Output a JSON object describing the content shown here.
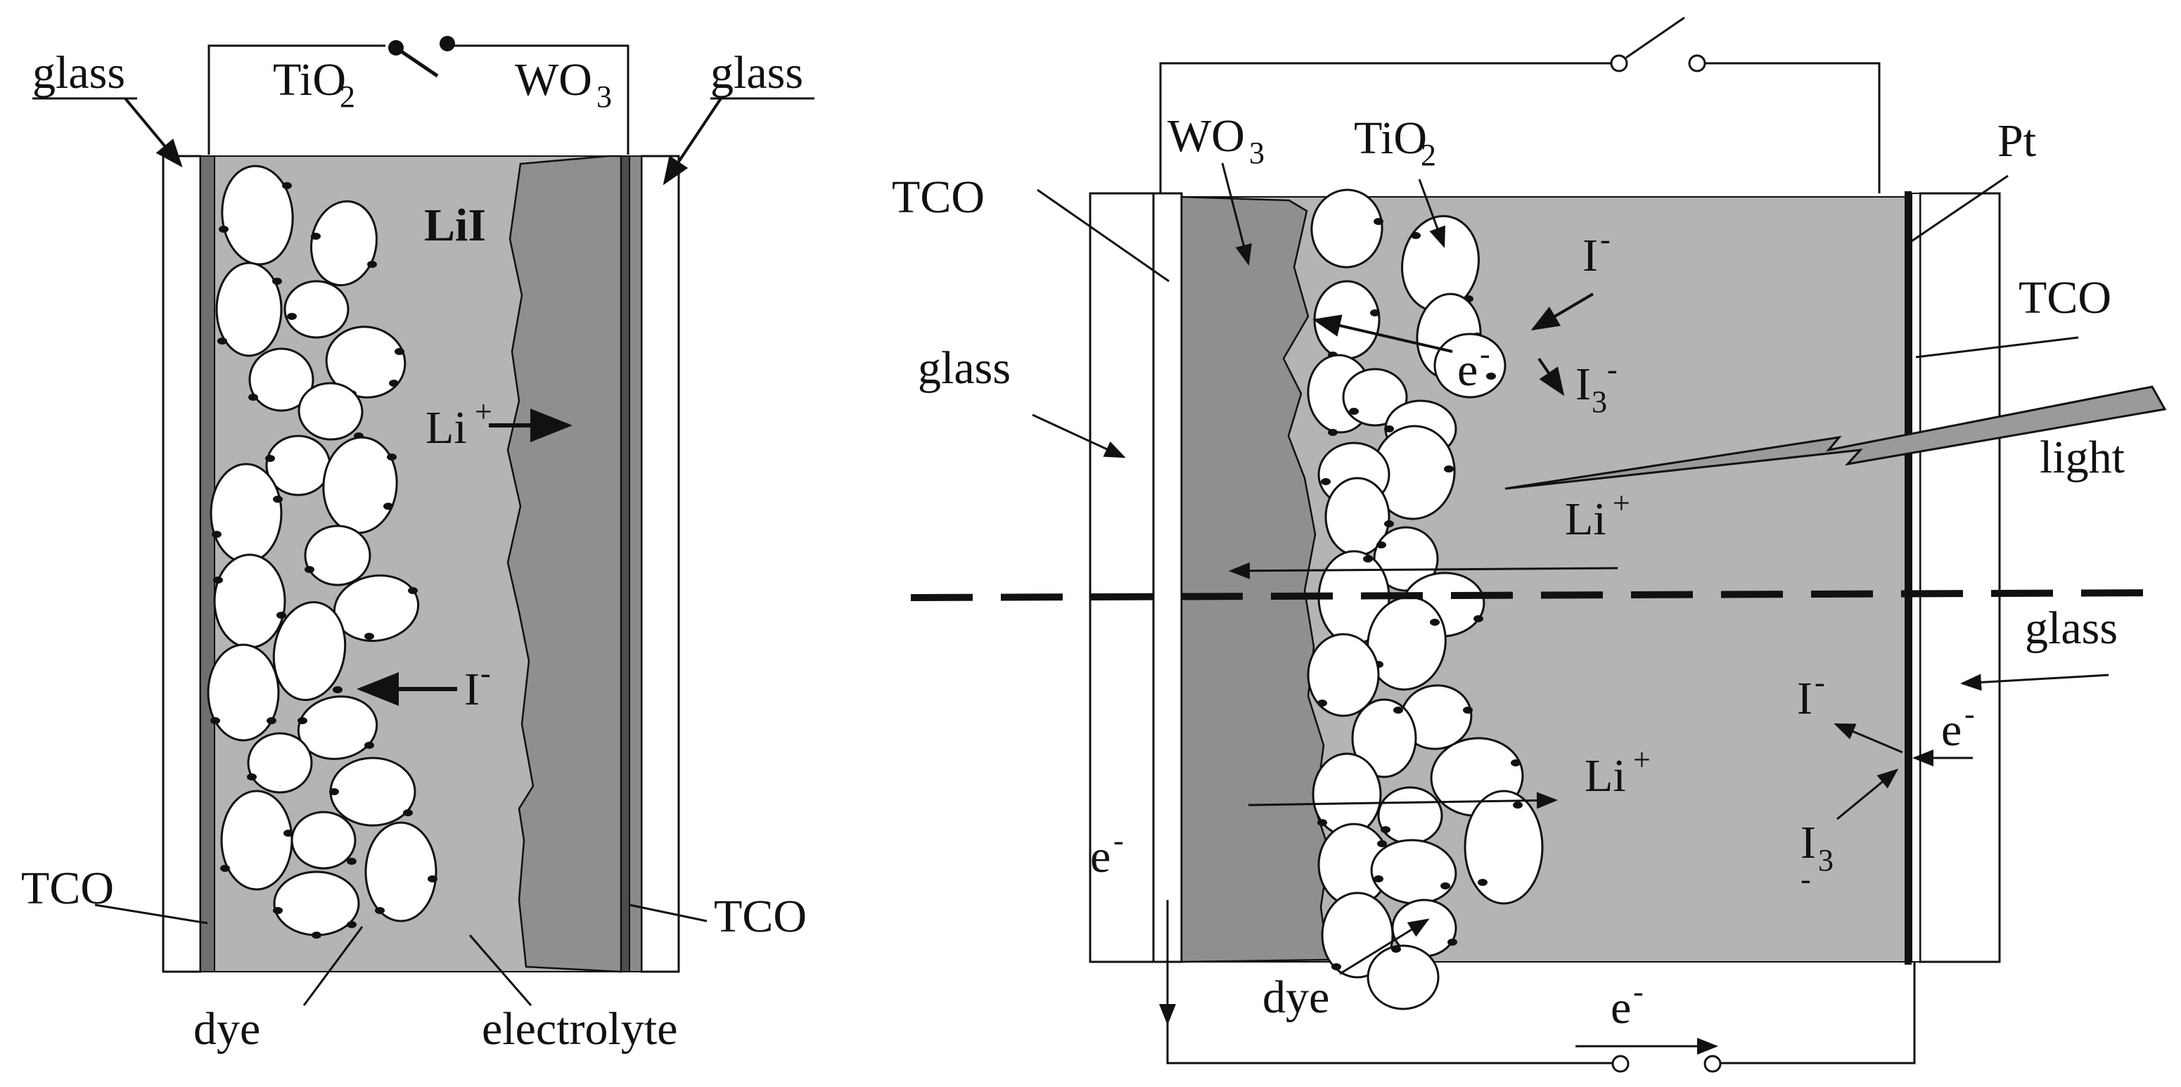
{
  "colors": {
    "electrolyte": "#b4b4b4",
    "wo3": "#8f8f8f",
    "tco_strip": "#6f6f6f",
    "glass": "#ffffff",
    "particle_fill": "#ffffff",
    "line": "#111111"
  },
  "left_diagram": {
    "labels": {
      "glass_left": "glass",
      "glass_right": "glass",
      "tio2": "TiO",
      "tio2_sub": "2",
      "wo3": "WO",
      "wo3_sub": "3",
      "lii": "LiI",
      "li_plus": "Li",
      "li_plus_sup": "+",
      "i_minus": "I",
      "i_minus_sup": "-",
      "tco_left": "TCO",
      "tco_right": "TCO",
      "dye": "dye",
      "electrolyte": "electrolyte"
    },
    "switch": "switch-symbol"
  },
  "right_diagram": {
    "labels": {
      "tco_left": "TCO",
      "wo3": "WO",
      "wo3_sub": "3",
      "tio2": "TiO",
      "tio2_sub": "2",
      "pt": "Pt",
      "tco_right": "TCO",
      "glass_left": "glass",
      "glass_right": "glass",
      "light": "light",
      "i_minus_top": "I",
      "i_minus_top_sup": "-",
      "e_minus_top": "e",
      "e_minus_top_sup": "-",
      "i3_minus_top": "I",
      "i3_minus_top_sub": "3",
      "i3_minus_top_sup": "-",
      "li_plus_top": "Li",
      "li_plus_top_sup": "+",
      "li_plus_bottom": "Li",
      "li_plus_bottom_sup": "+",
      "i_minus_bottom": "I",
      "i_minus_bottom_sup": "-",
      "e_minus_bottom_right": "e",
      "e_minus_bottom_right_sup": "-",
      "i3_minus_bottom": "I",
      "i3_minus_bottom_sub": "3",
      "i3_minus_bottom_sup": "-",
      "e_minus_left": "e",
      "e_minus_left_sup": "-",
      "dye": "dye",
      "e_minus_circuit": "e",
      "e_minus_circuit_sup": "-"
    },
    "switch": "switch-symbol"
  }
}
